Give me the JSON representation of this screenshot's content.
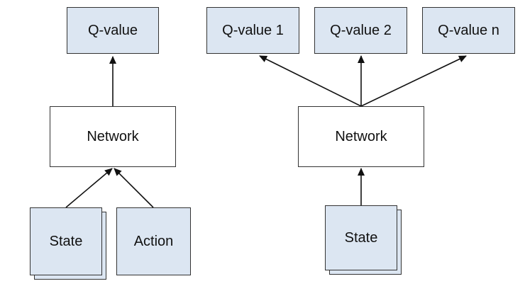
{
  "colors": {
    "box_fill": "#dce6f2",
    "network_fill": "#ffffff",
    "stroke": "#333333",
    "arrow": "#111111"
  },
  "left_diagram": {
    "output": "Q-value",
    "network": "Network",
    "inputs": [
      "State",
      "Action"
    ]
  },
  "right_diagram": {
    "outputs": [
      "Q-value 1",
      "Q-value 2",
      "Q-value n"
    ],
    "network": "Network",
    "input": "State"
  }
}
